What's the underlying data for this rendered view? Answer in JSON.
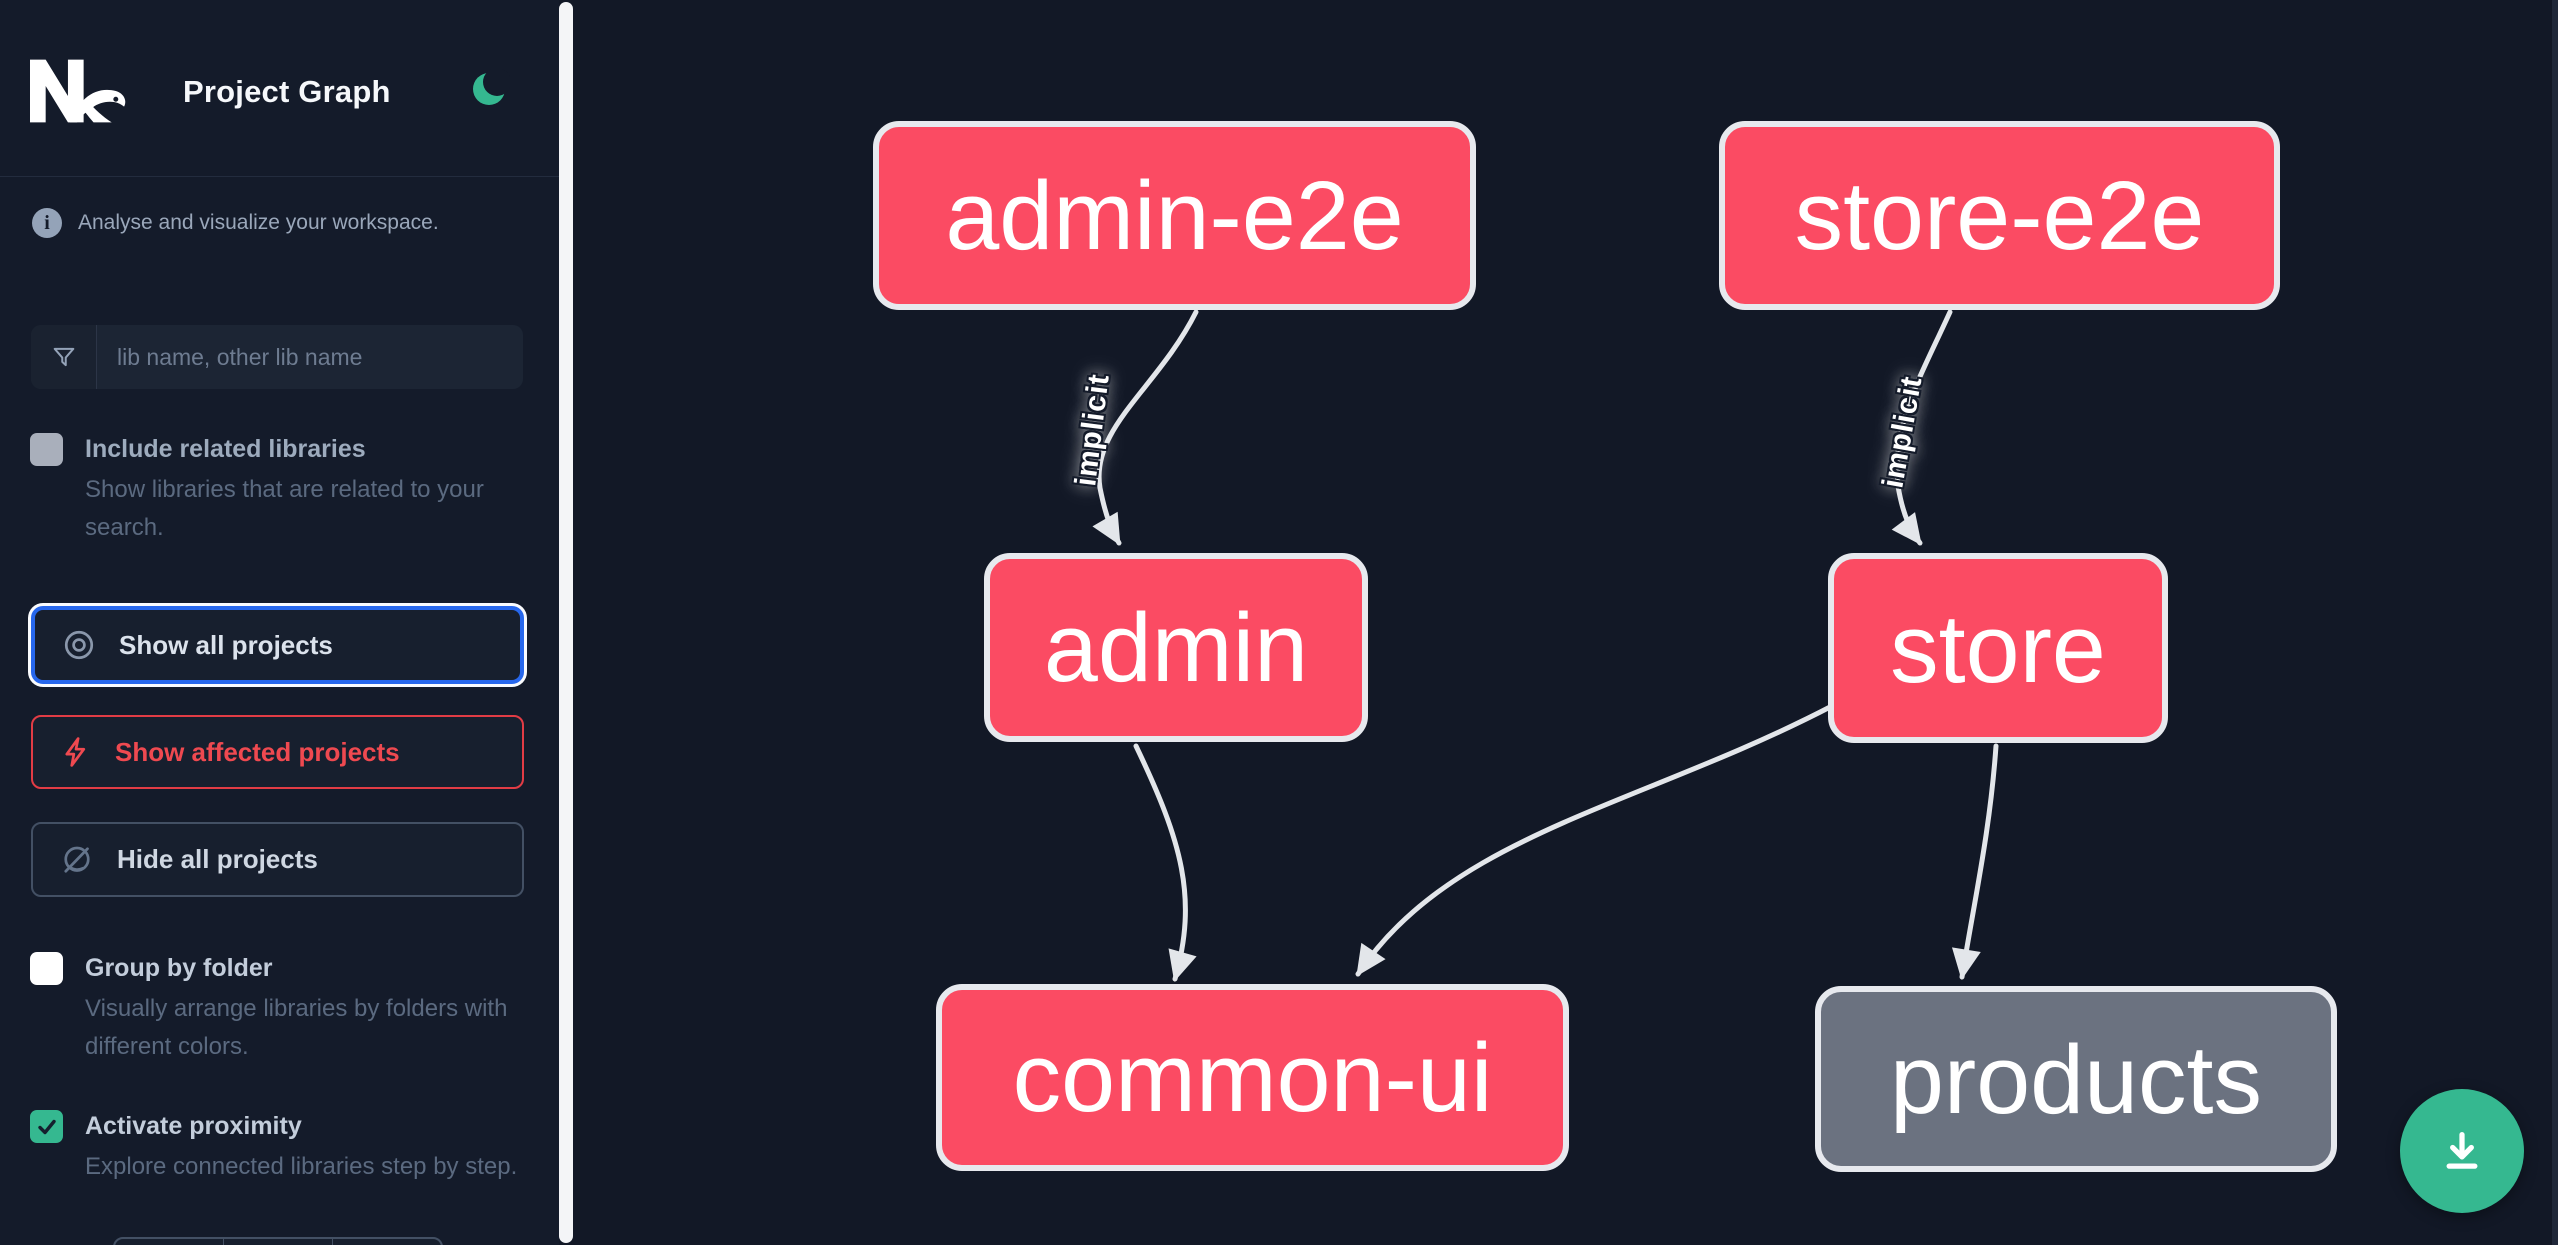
{
  "header": {
    "logo_alt": "Nx",
    "app_title": "Project Graph",
    "theme_toggle_icon": "moon"
  },
  "sidebar": {
    "tagline": "Analyse and visualize your workspace.",
    "search": {
      "placeholder": "lib name, other lib name",
      "icon": "funnel"
    },
    "include_related": {
      "label": "Include related libraries",
      "description": "Show libraries that are related to your search.",
      "checked": false,
      "disabled": true
    },
    "actions": {
      "show_all": {
        "label": "Show all projects",
        "icon": "eye",
        "focused": true
      },
      "show_affected": {
        "label": "Show affected projects",
        "icon": "bolt"
      },
      "hide_all": {
        "label": "Hide all projects",
        "icon": "eye-off"
      }
    },
    "group_by_folder": {
      "label": "Group by folder",
      "description": "Visually arrange libraries by folders with different colors.",
      "checked": false
    },
    "activate_proximity": {
      "label": "Activate proximity",
      "description": "Explore connected libraries step by step.",
      "checked": true
    }
  },
  "graph": {
    "nodes": [
      {
        "label": "admin-e2e",
        "status": "affected"
      },
      {
        "label": "store-e2e",
        "status": "affected"
      },
      {
        "label": "admin",
        "status": "affected"
      },
      {
        "label": "store",
        "status": "affected"
      },
      {
        "label": "common-ui",
        "status": "affected"
      },
      {
        "label": "products",
        "status": "default"
      }
    ],
    "edges": [
      {
        "source": "admin-e2e",
        "target": "admin",
        "label": "implicit"
      },
      {
        "source": "store-e2e",
        "target": "store",
        "label": "implicit"
      },
      {
        "source": "admin",
        "target": "common-ui",
        "label": ""
      },
      {
        "source": "store",
        "target": "common-ui",
        "label": ""
      },
      {
        "source": "store",
        "target": "products",
        "label": ""
      }
    ]
  },
  "fab": {
    "icon": "download"
  },
  "colors": {
    "accent_green": "#35b890",
    "node_affected_pink": "#fb4b63",
    "node_default_gray": "#6b7280",
    "focus_blue": "#2767ec",
    "affected_red": "#ef4950",
    "edge_gray": "#e3e6ea"
  }
}
